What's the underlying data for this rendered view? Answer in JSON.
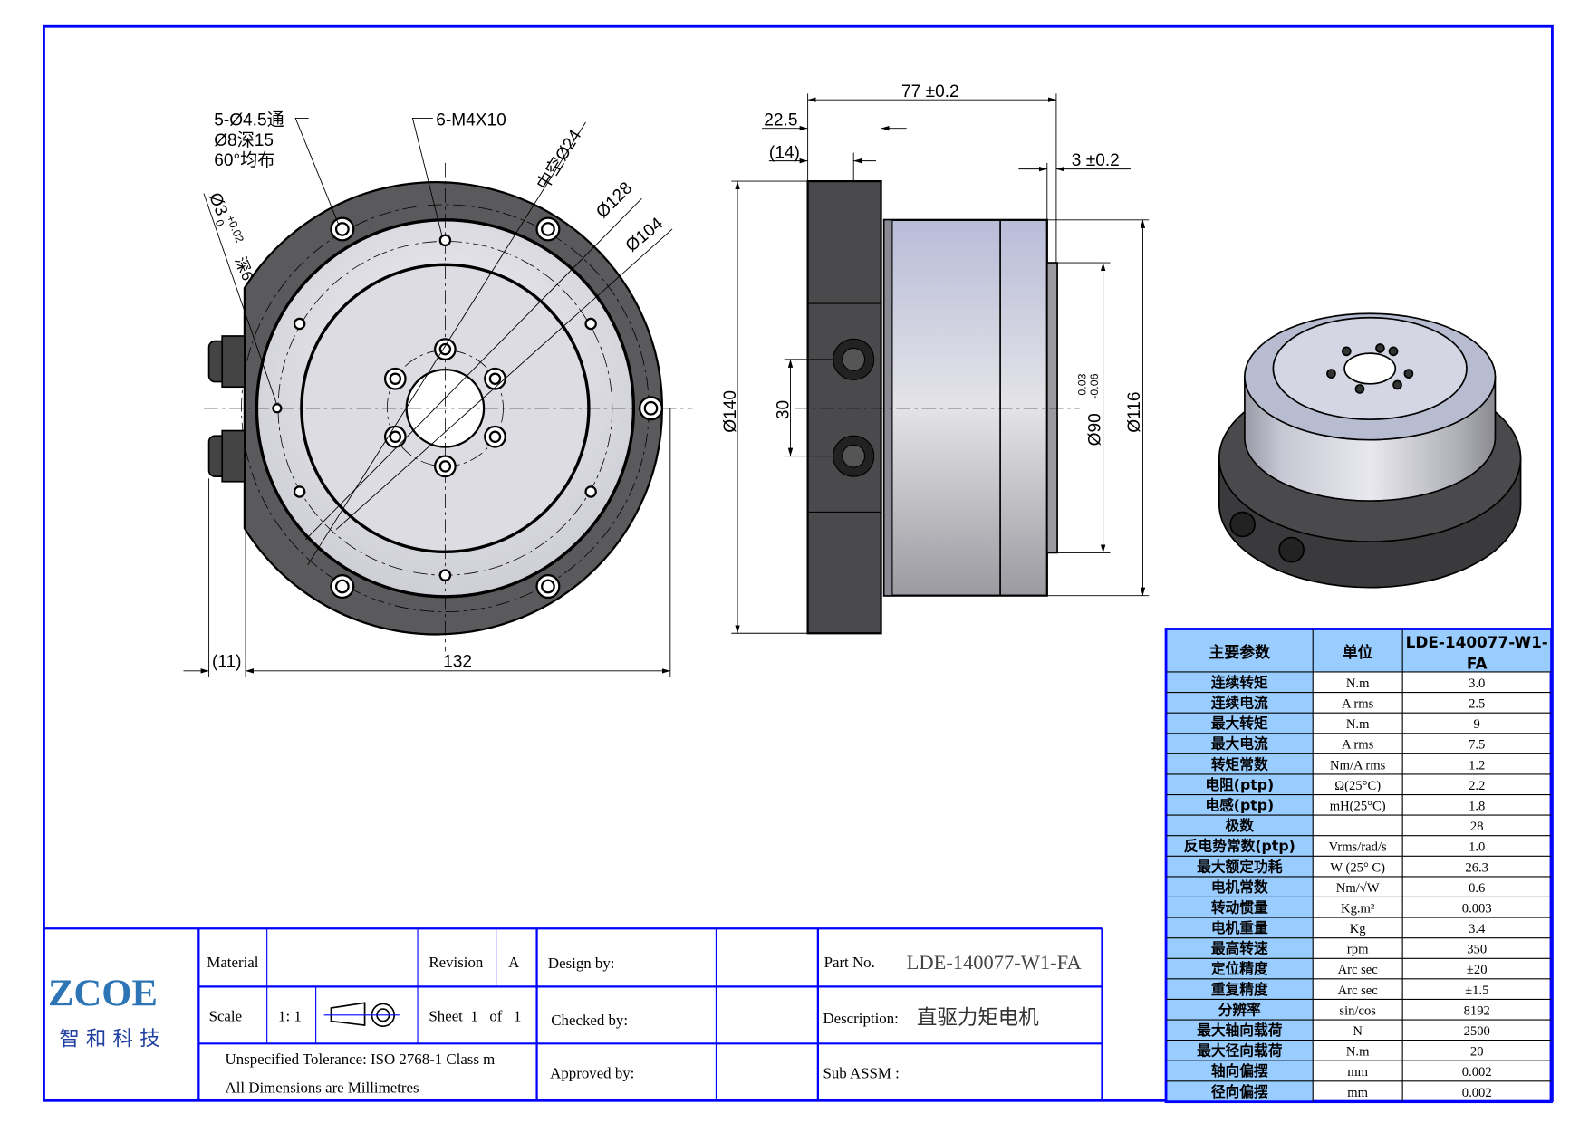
{
  "front_view": {
    "callout_holes": [
      "5-Ø4.5通",
      "Ø8深15",
      "60°均布"
    ],
    "callout_threads": "6-M4X10",
    "callout_pin": "Ø3",
    "callout_pin_tol": "+0.02",
    "callout_pin_tol_low": "0",
    "callout_pin_depth": "深6",
    "dia_hollow": "中空Ø24",
    "dia_128": "Ø128",
    "dia_104": "Ø104",
    "dim_width": "132",
    "dim_offset": "(11)"
  },
  "side_view": {
    "dim_length": "77 ±0.2",
    "dim_flange": "22.5",
    "dim_14": "(14)",
    "dim_stub": "3 ±0.2",
    "dia_140": "Ø140",
    "dim_30": "30",
    "dia_90": "Ø90",
    "dia_90_tol_up": "-0.03",
    "dia_90_tol_low": "-0.06",
    "dia_116": "Ø116"
  },
  "title_block": {
    "logo": "ZCOE",
    "logo_cn": "智 和 科 技",
    "material_label": "Material",
    "material_value": "",
    "revision_label": "Revision",
    "revision_value": "A",
    "scale_label": "Scale",
    "scale_value": "1: 1",
    "sheet_label": "Sheet  1   of   1",
    "tolerance": "Unspecified Tolerance: ISO 2768-1 Class m",
    "units": "All Dimensions  are Millimetres",
    "design_by": "Design by:",
    "checked_by": "Checked by:",
    "approved_by": "Approved by:",
    "part_no_label": "Part No.",
    "part_no_value": "LDE-140077-W1-FA",
    "description_label": "Description:",
    "description_value": "直驱力矩电机",
    "sub_assm_label": "Sub ASSM :"
  },
  "spec_table": {
    "headers": [
      "主要参数",
      "单位",
      "LDE-140077-W1-",
      "FA"
    ],
    "rows": [
      [
        "连续转矩",
        "N.m",
        "3.0"
      ],
      [
        "连续电流",
        "A  rms",
        "2.5"
      ],
      [
        "最大转矩",
        "N.m",
        "9"
      ],
      [
        "最大电流",
        "A  rms",
        "7.5"
      ],
      [
        "转矩常数",
        "Nm/A rms",
        "1.2"
      ],
      [
        "电阻(ptp)",
        "Ω(25°C)",
        "2.2"
      ],
      [
        "电感(ptp)",
        "mH(25°C)",
        "1.8"
      ],
      [
        "极数",
        "",
        "28"
      ],
      [
        "反电势常数(ptp)",
        "Vrms/rad/s",
        "1.0"
      ],
      [
        "最大额定功耗",
        "W (25° C)",
        "26.3"
      ],
      [
        "电机常数",
        "Nm/√W",
        "0.6"
      ],
      [
        "转动惯量",
        "Kg.m²",
        "0.003"
      ],
      [
        "电机重量",
        "Kg",
        "3.4"
      ],
      [
        "最高转速",
        "rpm",
        "350"
      ],
      [
        "定位精度",
        "Arc sec",
        "±20"
      ],
      [
        "重复精度",
        "Arc sec",
        "±1.5"
      ],
      [
        "分辨率",
        "sin/cos",
        "8192"
      ],
      [
        "最大轴向载荷",
        "N",
        "2500"
      ],
      [
        "最大径向载荷",
        "N.m",
        "20"
      ],
      [
        "轴向偏摆",
        "mm",
        "0.002"
      ],
      [
        "径向偏摆",
        "mm",
        "0.002"
      ]
    ]
  },
  "colors": {
    "frame": "#0000ff",
    "table_header": "#99ccff",
    "logo": "#2e75b6",
    "logo_cn": "#1f3f9f"
  }
}
